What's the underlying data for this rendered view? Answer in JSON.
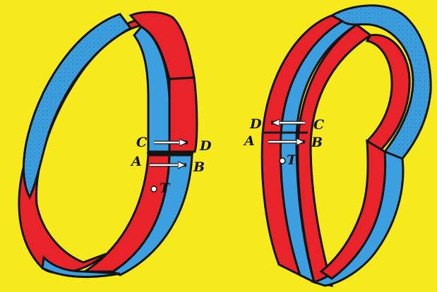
{
  "colors": {
    "background": "#f7ea1c",
    "band_red": "#e8232a",
    "band_blue": "#3b9fe0",
    "outline": "#141414",
    "arrow": "#ffffff"
  },
  "left_figure": {
    "labels": {
      "c": "C",
      "d": "D",
      "a": "A",
      "b": "B",
      "t": "T"
    }
  },
  "right_figure": {
    "labels": {
      "d": "D",
      "c": "C",
      "a": "A",
      "b": "B",
      "t": "T"
    }
  }
}
